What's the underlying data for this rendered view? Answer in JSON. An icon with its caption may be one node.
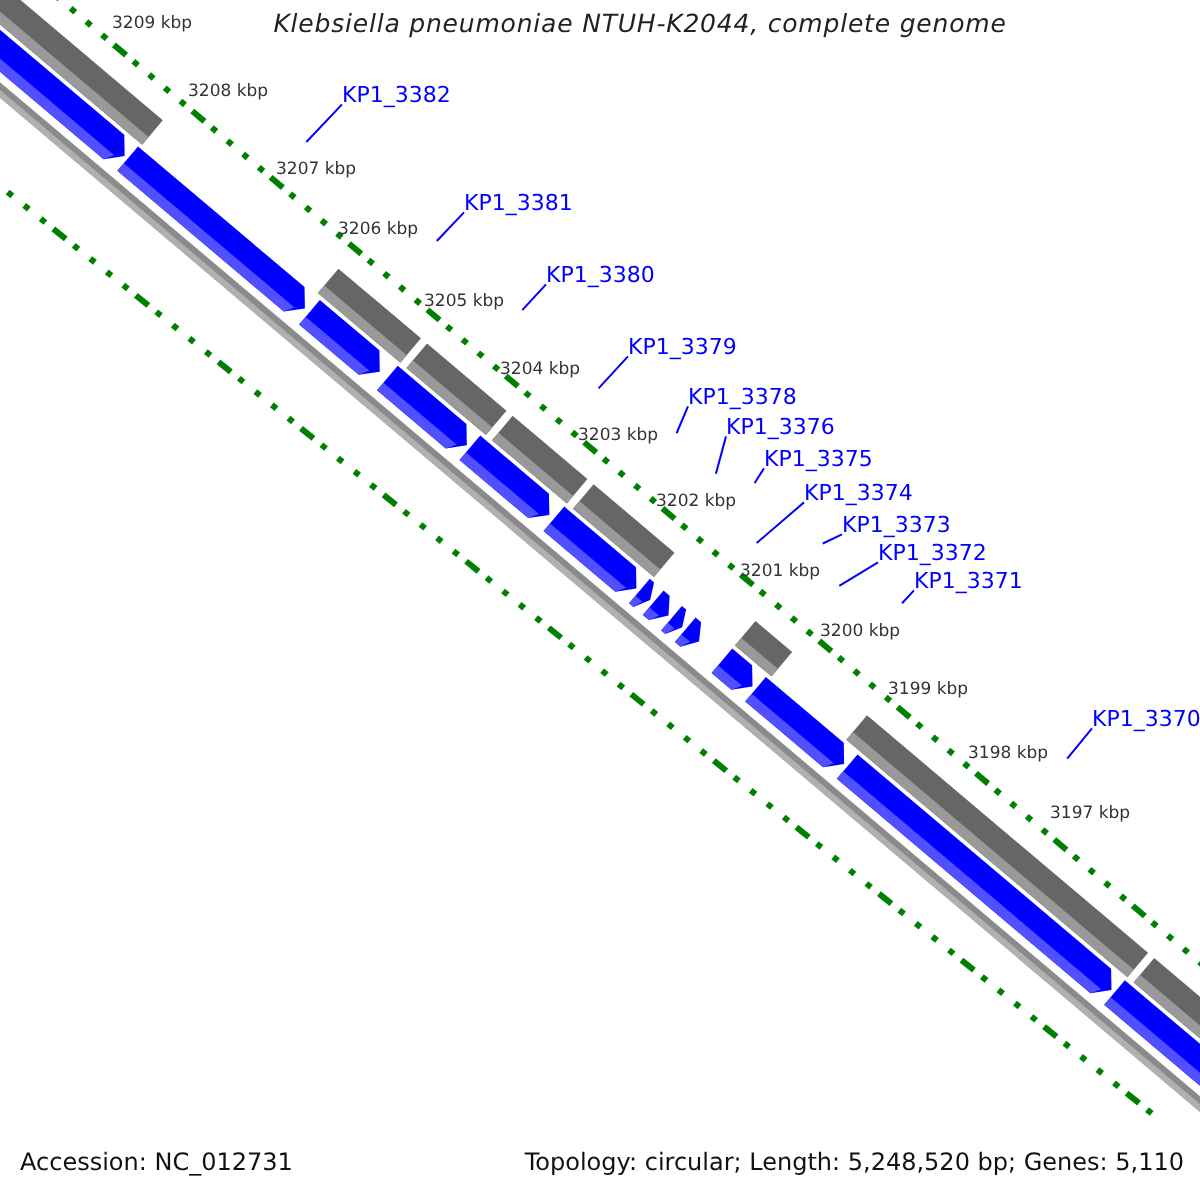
{
  "diagram": {
    "title": "Klebsiella pneumoniae NTUH-K2044, complete genome",
    "nodes": [
      {
        "text": [
          "KP1_3382"
        ]
      },
      {
        "text": [
          "KP1_3381"
        ]
      },
      {
        "text": [
          "KP1_3380"
        ]
      },
      {
        "text": [
          "KP1_3379"
        ]
      },
      {
        "text": [
          "KP1_3378"
        ]
      },
      {
        "text": [
          "KP1_3376"
        ]
      },
      {
        "text": [
          "KP1_3375"
        ]
      },
      {
        "text": [
          "KP1_3374"
        ]
      },
      {
        "text": [
          "KP1_3373"
        ]
      },
      {
        "text": [
          "KP1_3372"
        ]
      },
      {
        "text": [
          "KP1_3371"
        ]
      },
      {
        "text": [
          "KP1_3370"
        ]
      }
    ],
    "edges": [
      {
        "from": 0,
        "to": null,
        "arrow": "none"
      },
      {
        "from": 1,
        "to": null,
        "arrow": "none"
      },
      {
        "from": 2,
        "to": null,
        "arrow": "none"
      },
      {
        "from": 3,
        "to": null,
        "arrow": "none"
      },
      {
        "from": 4,
        "to": null,
        "arrow": "none"
      },
      {
        "from": 5,
        "to": null,
        "arrow": "none"
      },
      {
        "from": 6,
        "to": null,
        "arrow": "none"
      },
      {
        "from": 7,
        "to": null,
        "arrow": "none"
      },
      {
        "from": 8,
        "to": null,
        "arrow": "none"
      },
      {
        "from": 9,
        "to": null,
        "arrow": "none"
      },
      {
        "from": 10,
        "to": null,
        "arrow": "none"
      },
      {
        "from": 11,
        "to": null,
        "arrow": "none"
      }
    ],
    "labels": [
      "3209 kbp",
      "3208 kbp",
      "3207 kbp",
      "3206 kbp",
      "3205 kbp",
      "3204 kbp",
      "3203 kbp",
      "3202 kbp",
      "3201 kbp",
      "3200 kbp",
      "3199 kbp",
      "3198 kbp",
      "3197 kbp",
      "Accession: NC_012731",
      "Topology: circular; Length: 5,248,520 bp; Genes: 5,110"
    ]
  }
}
